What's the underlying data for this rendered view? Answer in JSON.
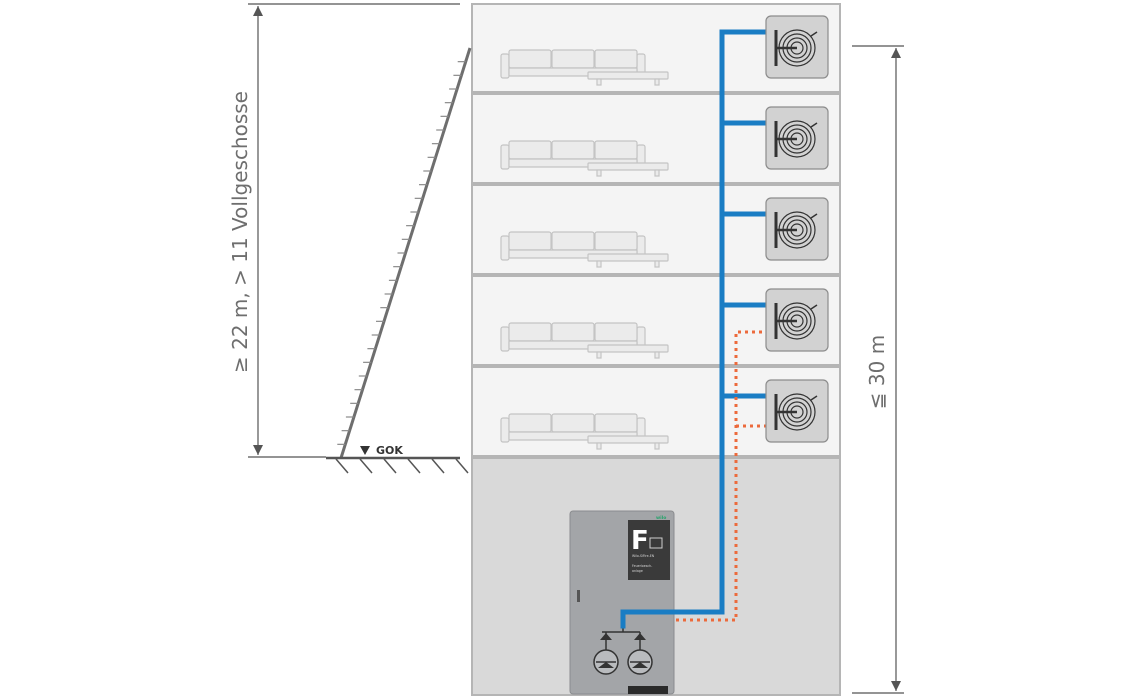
{
  "labels": {
    "left_height": "≥ 22 m, > 11 Vollgeschosse",
    "right_height": "≦ 30 m",
    "ground_level": "GOK"
  },
  "cabinet": {
    "letter": "F",
    "brand": "wilo",
    "line1": "Wilo-SiFire-EN",
    "line2": "Feuerloesch-",
    "line3": "anlage"
  },
  "colors": {
    "water_pipe": "#1a7dc4",
    "dry_pipe": "#ec6a3c",
    "building_floor": "#f2f2f2",
    "basement": "#d9d9d9",
    "cabinet": "#a3a5a8",
    "cabinet_panel": "#3a3a3a"
  },
  "icons": {
    "hose_reel": "hose-reel-icon",
    "pump": "pump-icon",
    "ground_marker": "triangle-down-icon"
  },
  "floors": {
    "count": 5,
    "hose_reels": 5
  }
}
